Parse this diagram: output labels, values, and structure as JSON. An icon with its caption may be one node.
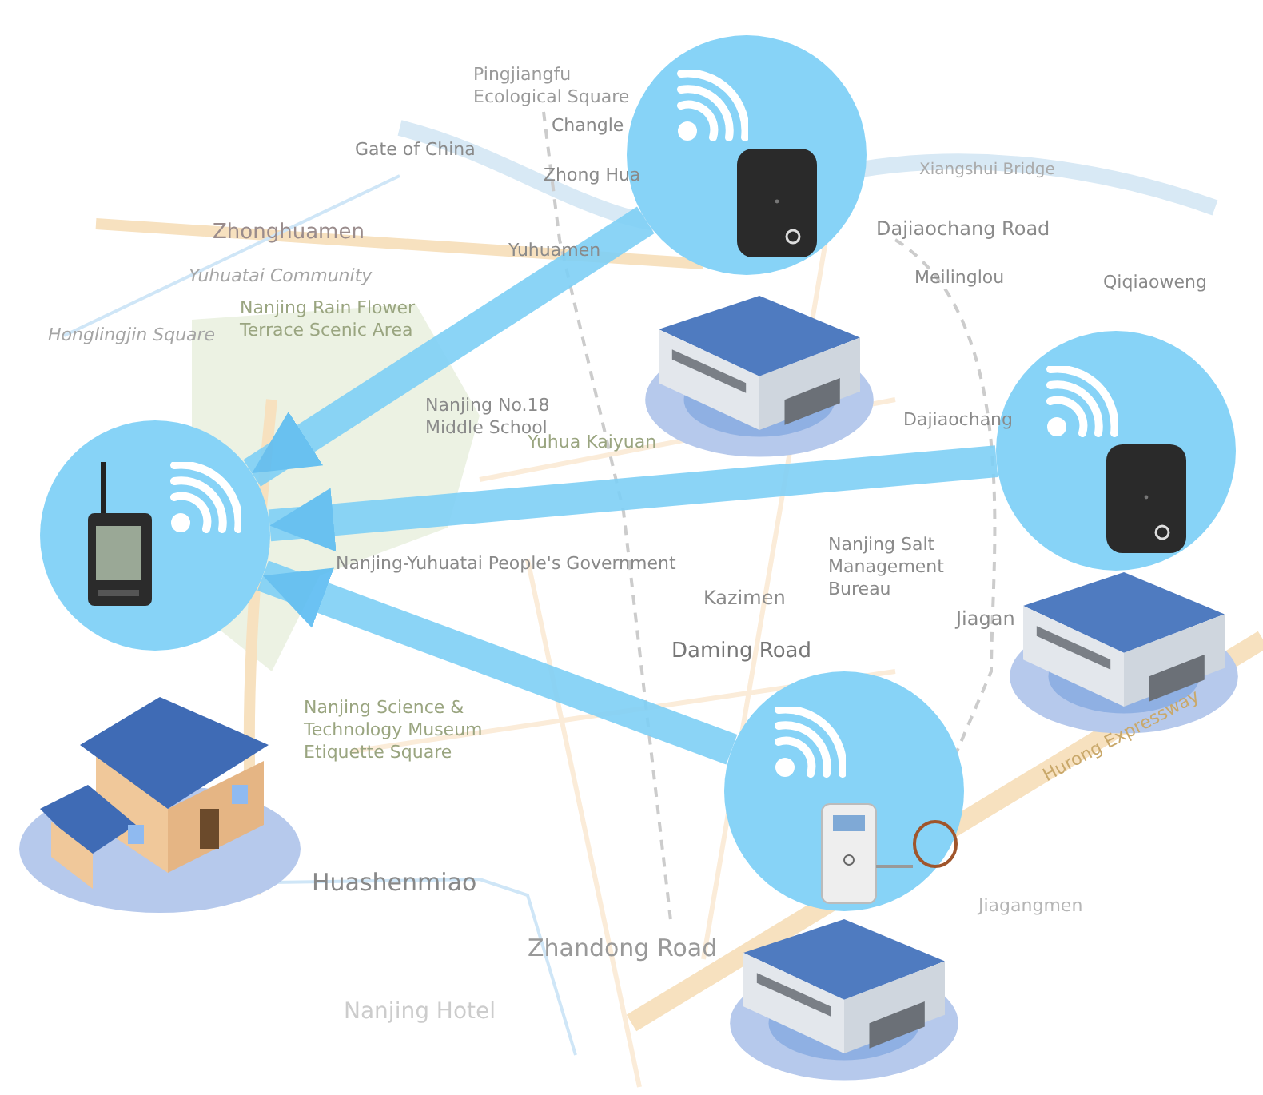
{
  "diagram": {
    "nodes": [
      {
        "text": [],
        "shape": "picture"
      },
      {
        "text": [],
        "shape": "picture"
      },
      {
        "text": [],
        "shape": "picture"
      },
      {
        "text": [],
        "shape": "picture"
      }
    ],
    "edges": [
      {
        "from": 1,
        "to": 0,
        "arrow": "to"
      },
      {
        "from": 2,
        "to": 0,
        "arrow": "to"
      },
      {
        "from": 3,
        "to": 0,
        "arrow": "to"
      }
    ],
    "labels": [
      "Pingjiangfu Ecological Square",
      "Changle",
      "Gate of China",
      "Zhong Hua",
      "Zhonghuamen",
      "Yuhuamen",
      "Dajiaochang Road",
      "Xiangshui Bridge",
      "Yuhuatai Community",
      "Meilinglou",
      "Qiqiaoweng",
      "Honglingjin Square",
      "Nanjing Rain Flower Terrace Scenic Area",
      "Nanjing No.18 Middle School",
      "Yuhua Kaiyuan",
      "Dajiaochang",
      "Nanjing-Yuhuatai People's Government",
      "Nanjing Salt Management Bureau",
      "Kazimen",
      "Jiagan",
      "Daming Road",
      "Nanjing Science & Technology Museum Etiquette Square",
      "Hurong Expressway",
      "Huashenmiao",
      "Zhandong Road",
      "Jiagangmen",
      "Nanjing Hotel"
    ]
  }
}
